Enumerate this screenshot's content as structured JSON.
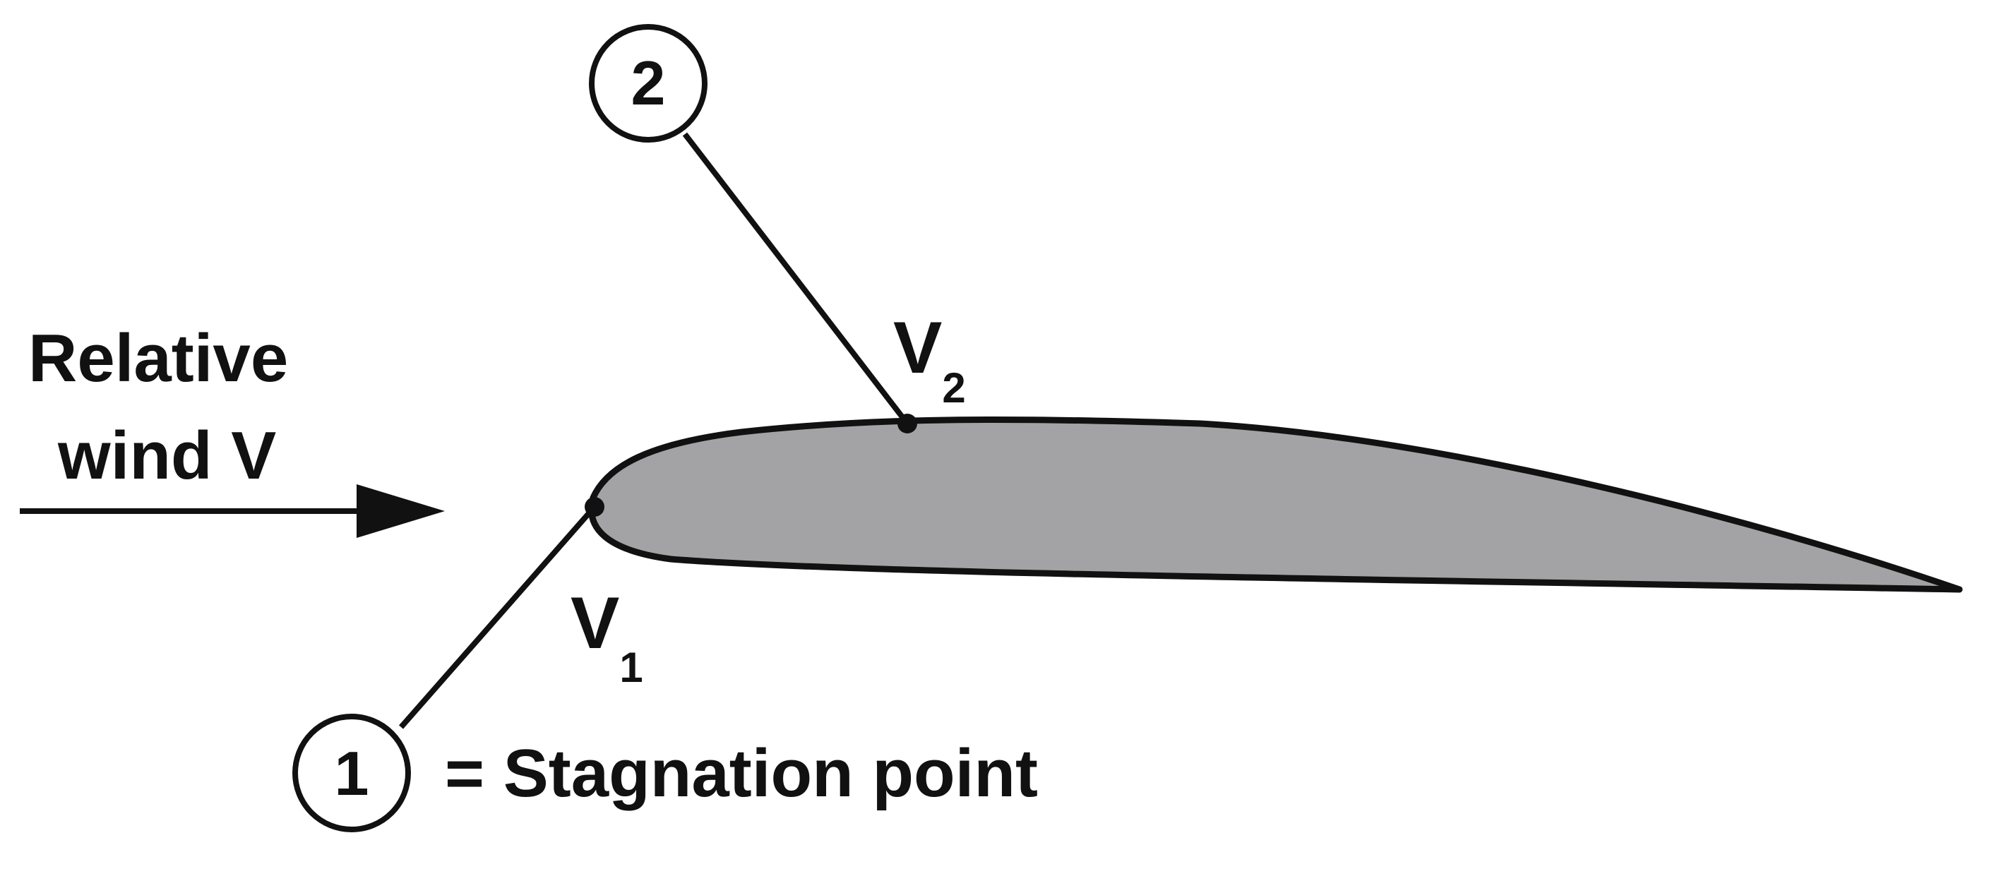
{
  "colors": {
    "airfoil_fill": "#a3a3a6",
    "stroke": "#111111",
    "background": "#ffffff"
  },
  "labels": {
    "wind_line1": "Relative",
    "wind_line2": "wind V",
    "v_letter": "V",
    "v1_sub": "1",
    "v2_sub": "2",
    "point1_number": "1",
    "point2_number": "2",
    "stagnation_label": "= Stagnation point"
  },
  "icons": {
    "wind_arrow": "arrow-right-icon"
  }
}
